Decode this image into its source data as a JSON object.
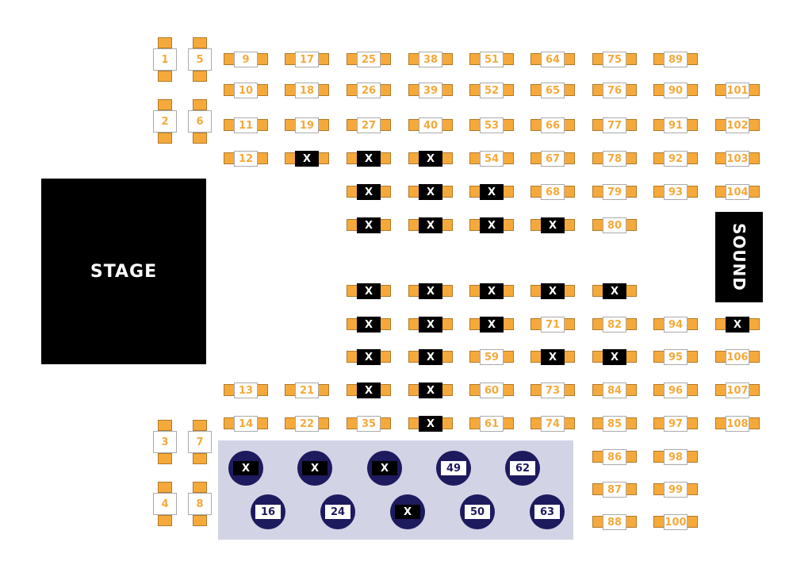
{
  "stage_label": "STAGE",
  "sound_label": "SOUND",
  "colors": {
    "table_orange": "#f6a93b",
    "vip_bg": "#d3d3e6",
    "vip_circle": "#1e1a5e",
    "taken": "#000000"
  },
  "vertical_tables": [
    "1",
    "5",
    "2",
    "6",
    "3",
    "7",
    "4",
    "8"
  ],
  "horizontal_table_columns": [
    [
      "9",
      "10",
      "11",
      "12",
      "13",
      "14"
    ],
    [
      "17",
      "18",
      "19",
      "X",
      "21",
      "22"
    ],
    [
      "25",
      "26",
      "27",
      "X",
      "X",
      "X",
      "X",
      "X",
      "X",
      "X",
      "35"
    ],
    [
      "38",
      "39",
      "40",
      "X",
      "X",
      "X",
      "X",
      "X",
      "X",
      "X",
      "X"
    ],
    [
      "51",
      "52",
      "53",
      "54",
      "X",
      "X",
      "X",
      "X",
      "59",
      "60",
      "61"
    ],
    [
      "64",
      "65",
      "66",
      "67",
      "68",
      "X",
      "X",
      "71",
      "X",
      "73",
      "74"
    ],
    [
      "75",
      "76",
      "77",
      "78",
      "79",
      "80",
      "X",
      "82",
      "X",
      "84",
      "85",
      "86",
      "87",
      "88"
    ],
    [
      "89",
      "90",
      "91",
      "92",
      "93",
      "94",
      "95",
      "96",
      "97",
      "98",
      "99",
      "100"
    ],
    [
      "101",
      "102",
      "103",
      "104",
      "X",
      "106",
      "107",
      "108"
    ]
  ],
  "vip_tables": [
    "X",
    "X",
    "X",
    "49",
    "62",
    "16",
    "24",
    "X",
    "50",
    "63"
  ]
}
